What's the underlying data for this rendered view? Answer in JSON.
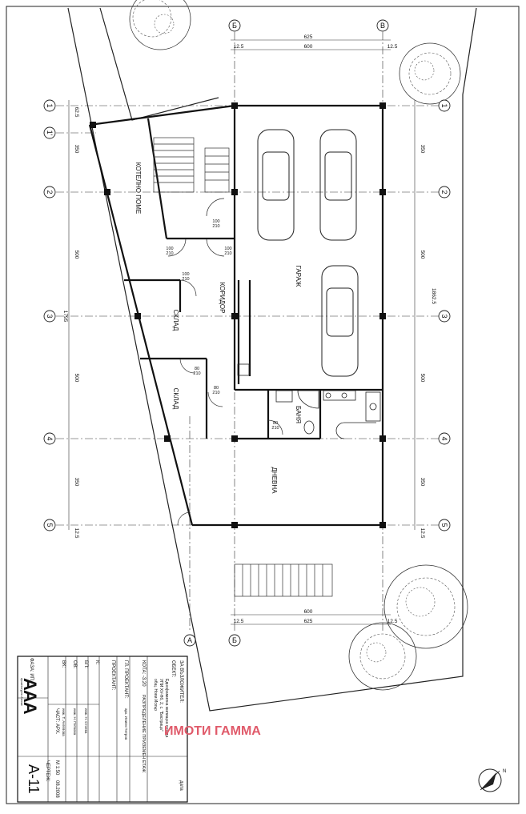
{
  "axes": {
    "rows": [
      "1",
      "1'",
      "2",
      "3",
      "4",
      "5"
    ],
    "cols": [
      "А",
      "Б",
      "В"
    ]
  },
  "dims": {
    "top_total": "625",
    "top_inner": "600",
    "edge_small": "12.5",
    "bottom_inner": "600",
    "bottom_total": "625",
    "left_1_2": "350",
    "left_2_3": "500",
    "left_total": "1795",
    "left_3_4": "500",
    "left_4_5": "350",
    "right_1_2": "350",
    "right_2_3": "500",
    "right_total": "1862.5",
    "right_3_4": "500",
    "right_4_5": "350",
    "left_top_small": "62.5"
  },
  "rooms": {
    "boiler": "КОТЕЛНО ПОМЕ",
    "garage": "ГАРАЖ",
    "corridor": "КОРИДОР",
    "storage1": "СКЛАД",
    "storage2": "СКЛАД",
    "bath": "БАНЯ",
    "living": "ДНЕВНА"
  },
  "doors": {
    "d1_w": "100",
    "d1_h": "210",
    "d2_w": "100",
    "d2_h": "210",
    "d3_w": "100",
    "d3_h": "210",
    "d4_w": "100",
    "d4_h": "210",
    "d5_w": "80",
    "d5_h": "210",
    "d6_w": "80",
    "d6_h": "210",
    "d7_w": "80",
    "d7_h": "210"
  },
  "title_block": {
    "investor_label": "ЗА ВЪЗЛОЖИТЕЛ:",
    "object_label": "ОБЕКТ:",
    "object_line1": "Еднофамилна жилищна сграда",
    "object_line2": "УПИ XV-Нб, 2, с. \"Бистрица\"",
    "object_line3": "общ. Нови Искър",
    "kota_label": "КОТА: -3.20",
    "kota_value": "РАЗПРЕДЕЛЕНИЕ ПРИЗЕМЕН ЕТАЖ",
    "designer_label": "ГЛ. ПРОЕКТАНТ:",
    "designer_value": "арх. Илиян Петров",
    "projectant_label": "ПРОЕКТАНТ:",
    "r1": "К:",
    "r2": "БП:",
    "r2v": "инж. Н. Стоева",
    "r3": "ОВ:",
    "r3v": "инж. Н. Петкова",
    "r4": "ВК:",
    "r4v": "инж. Т. Ангелова",
    "phase": "ФАЗА: ИП",
    "part": "ЧАСТ: АРХ.",
    "scale": "М 1:50",
    "date_label": "дата",
    "date": "08.2008",
    "sheet_label": "ЧЕРТЕЖ:",
    "sheet_no": "А-11",
    "logo_text": "AAA",
    "logo_sub": "Архитектурно Ателие"
  },
  "watermark": "ИМОТИ ГАММА"
}
